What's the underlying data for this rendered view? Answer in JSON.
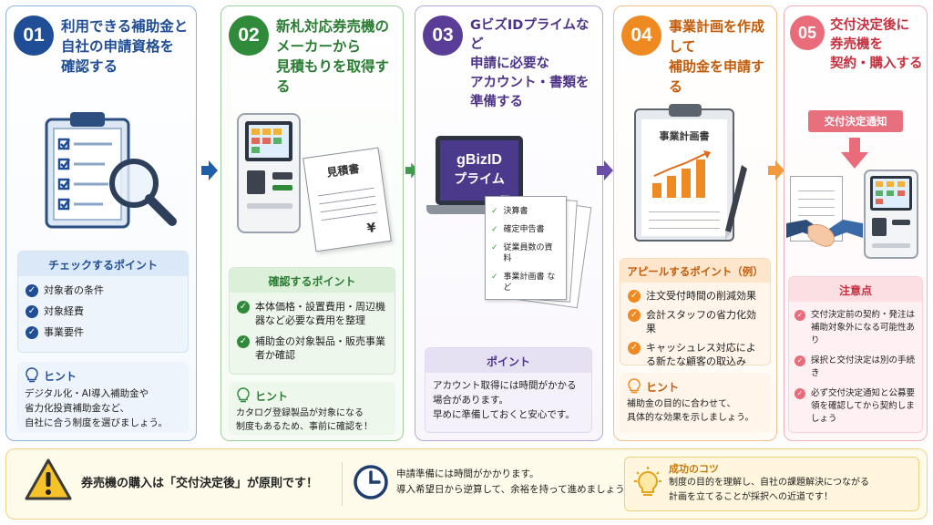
{
  "steps": [
    {
      "num": "01",
      "title_lines": [
        "利用できる補助金と",
        "自社の申請資格を",
        "確認する"
      ],
      "box_title": "チェックするポイント",
      "items": [
        "対象者の条件",
        "対象経費",
        "事業要件"
      ],
      "hint_title": "ヒント",
      "hint_lines": [
        "デジタル化・AI導入補助金や",
        "省力化投資補助金など、",
        "自社に合う制度を選びましょう。"
      ],
      "color": "#1f4e96"
    },
    {
      "num": "02",
      "title_lines": [
        "新札対応券売機の",
        "メーカーから",
        "見積もりを取得する"
      ],
      "doc_label": "見積書",
      "doc_symbol": "¥",
      "box_title": "確認するポイント",
      "items": [
        "本体価格・設置費用・周辺機器など必要な費用を整理",
        "補助金の対象製品・販売事業者か確認"
      ],
      "hint_title": "ヒント",
      "hint_lines": [
        "カタログ登録製品が対象になる",
        "制度もあるため、事前に確認を！"
      ],
      "color": "#2f8a3a"
    },
    {
      "num": "03",
      "title_lines": [
        "GビズIDプライムなど",
        "申請に必要な",
        "アカウント・書類を",
        "準備する"
      ],
      "screen_lines": [
        "gBizID",
        "プライム"
      ],
      "docs": [
        "決算書",
        "確定申告書",
        "従業員数の資料",
        "事業計画書 など"
      ],
      "box_title": "ポイント",
      "box_lines": [
        "アカウント取得には時間がかかる",
        "場合があります。",
        "早めに準備しておくと安心です。"
      ],
      "color": "#5a3d96"
    },
    {
      "num": "04",
      "title_lines": [
        "事業計画を作成して",
        "補助金を申請する"
      ],
      "doc_label": "事業計画書",
      "box_title": "アピールするポイント（例）",
      "items": [
        "注文受付時間の削減効果",
        "会計スタッフの省力化効果",
        "キャッシュレス対応による新たな顧客の取込み"
      ],
      "hint_title": "ヒント",
      "hint_lines": [
        "補助金の目的に合わせて、",
        "具体的な効果を示しましょう。"
      ],
      "color": "#ef8a22"
    },
    {
      "num": "05",
      "title_lines": [
        "交付決定後に",
        "券売機を",
        "契約・購入する"
      ],
      "notice_label": "交付決定通知",
      "box_title": "注意点",
      "items": [
        "交付決定前の契約・発注は補助対象外になる可能性あり",
        "採択と交付決定は別の手続き",
        "必ず交付決定通知と公募要領を確認してから契約しましょう"
      ],
      "color": "#e86c7a"
    }
  ],
  "bottom": {
    "warning": "券売機の購入は「交付決定後」が原則です！",
    "time_lines": [
      "申請準備には時間がかかります。",
      "導入希望日から逆算して、余裕を持って進めましょう。"
    ],
    "tips_title": "成功のコツ",
    "tips_lines": [
      "制度の目的を理解し、自社の課題解決につながる",
      "計画を立てることが採択への近道です！"
    ]
  },
  "colors": {
    "blue": "#1f4e96",
    "green": "#2f8a3a",
    "purple": "#5a3d96",
    "orange": "#ef8a22",
    "pink": "#e86c7a"
  }
}
